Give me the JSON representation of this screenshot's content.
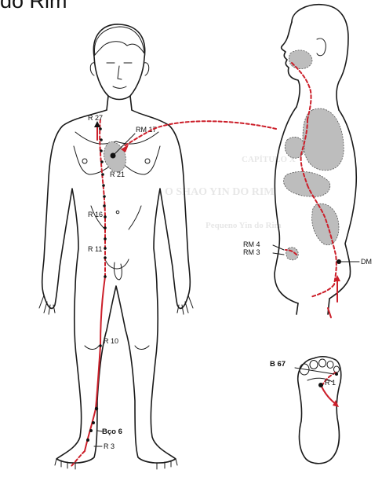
{
  "title": "do Rim",
  "labels": {
    "rm17": "RM 17",
    "r27": "R 27",
    "r21": "R 21",
    "r16": "R 16",
    "r11": "R 11",
    "r10": "R 10",
    "bco6": "Bço 6",
    "r3": "R 3",
    "rm4": "RM 4",
    "rm3": "RM 3",
    "dm": "DM",
    "b67": "B 67",
    "r1": "R 1"
  },
  "background_text": {
    "line1": "CAPÍTULO X",
    "line2": "O SHAO YIN DO RIM",
    "line3": "Pequeno Yin do Rim"
  },
  "colors": {
    "meridian": "#cc1f2a",
    "outline": "#1a1a1a",
    "organ": "#bdbdbd"
  }
}
